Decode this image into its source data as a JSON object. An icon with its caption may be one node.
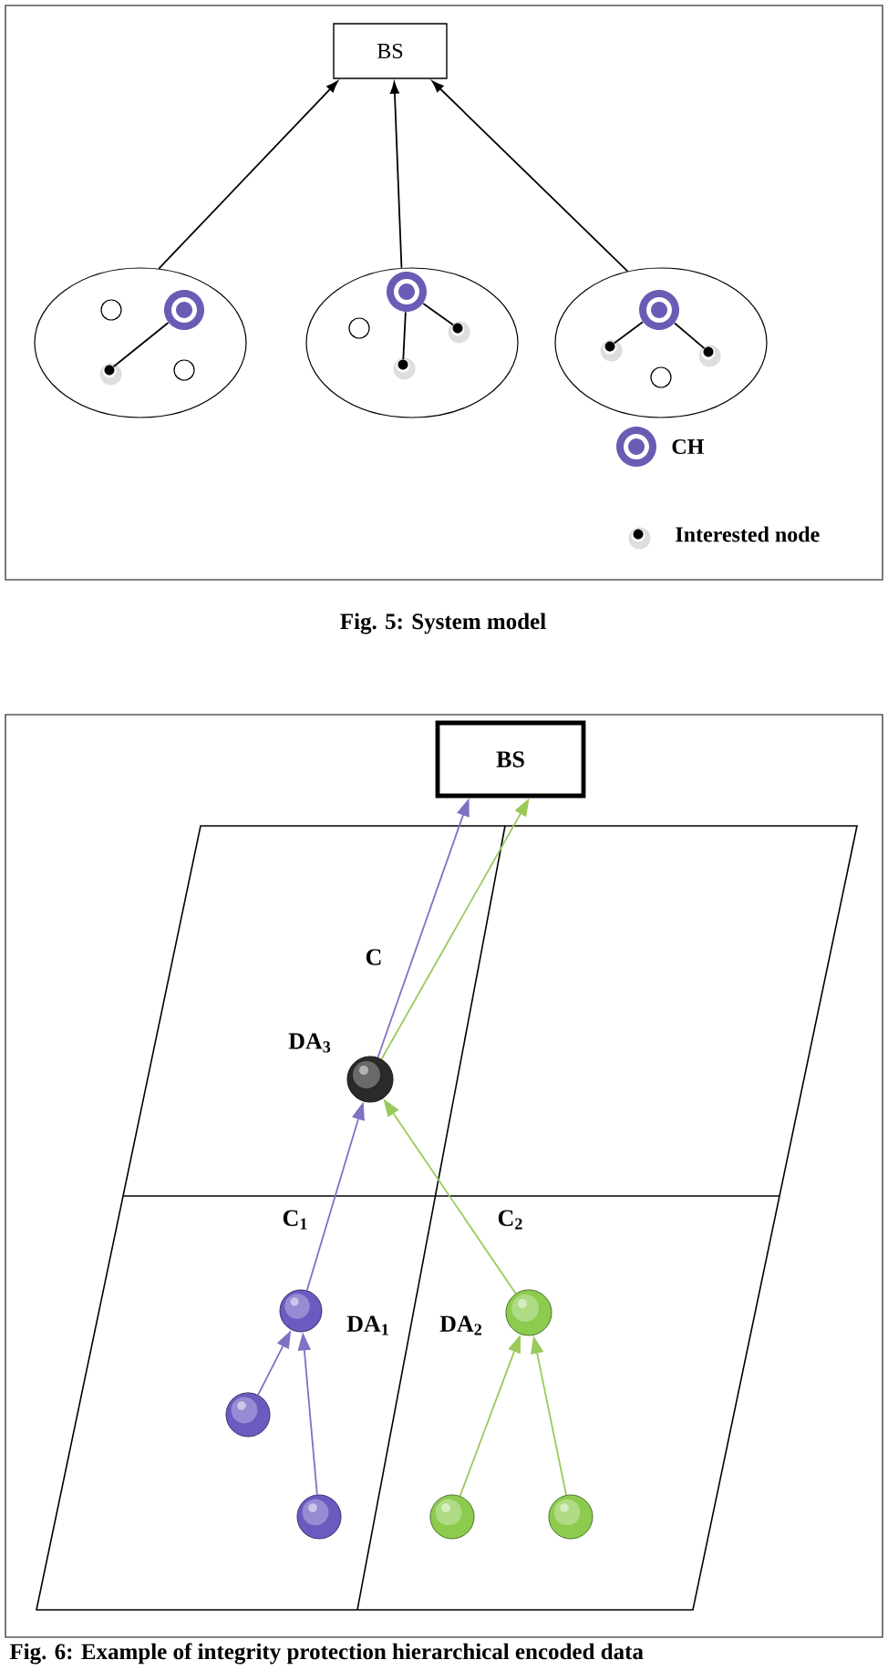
{
  "diagram": {
    "nodes": [
      {
        "text": [
          "BS"
        ]
      },
      {
        "text": [],
        "shape": "ellipse"
      },
      {
        "text": [],
        "shape": "circle",
        "in": 1
      },
      {
        "text": [],
        "shape": "ring",
        "in": 1
      },
      {
        "text": [],
        "shape": "dot",
        "in": 1
      },
      {
        "text": [],
        "shape": "circle",
        "in": 1
      },
      {
        "text": [],
        "shape": "ellipse"
      },
      {
        "text": [],
        "shape": "ring",
        "in": 6
      },
      {
        "text": [],
        "shape": "circle",
        "in": 6
      },
      {
        "text": [],
        "shape": "dot",
        "in": 6
      },
      {
        "text": [],
        "shape": "dot",
        "in": 6
      },
      {
        "text": [],
        "shape": "ellipse"
      },
      {
        "text": [],
        "shape": "ring",
        "in": 11
      },
      {
        "text": [],
        "shape": "dot",
        "in": 11
      },
      {
        "text": [],
        "shape": "dot",
        "in": 11
      },
      {
        "text": [],
        "shape": "circle",
        "in": 11
      },
      {
        "text": [
          "BS"
        ]
      },
      {
        "text": [],
        "shape": "ball",
        "beside": [
          "DA$_{3}$"
        ]
      },
      {
        "text": [],
        "shape": "ball",
        "beside": [
          "DA$_{1}$"
        ]
      },
      {
        "text": [],
        "shape": "ball",
        "beside": [
          "DA$_{2}$"
        ]
      },
      {
        "text": [],
        "shape": "ball"
      },
      {
        "text": [],
        "shape": "ball"
      },
      {
        "text": [],
        "shape": "ball"
      },
      {
        "text": [],
        "shape": "ball"
      }
    ],
    "edges": [
      {
        "from": 1,
        "to": 0,
        "arrow": "to"
      },
      {
        "from": 6,
        "to": 0,
        "arrow": "to"
      },
      {
        "from": 11,
        "to": 0,
        "arrow": "to"
      },
      {
        "from": 3,
        "to": 4,
        "arrow": "none"
      },
      {
        "from": 7,
        "to": 9,
        "arrow": "none"
      },
      {
        "from": 7,
        "to": 10,
        "arrow": "none"
      },
      {
        "from": 12,
        "to": 13,
        "arrow": "none"
      },
      {
        "from": 12,
        "to": 14,
        "arrow": "none"
      },
      {
        "from": 17,
        "to": 16,
        "arrow": "to",
        "label": "C",
        "color": "#7e72c4"
      },
      {
        "from": 17,
        "to": 16,
        "arrow": "to",
        "color": "#9bc95a"
      },
      {
        "from": 18,
        "to": 17,
        "arrow": "to",
        "label": "C$_{1}$",
        "color": "#7e72c4"
      },
      {
        "from": 19,
        "to": 17,
        "arrow": "to",
        "label": "C$_{2}$",
        "color": "#9bc95a"
      },
      {
        "from": 20,
        "to": 18,
        "arrow": "to",
        "color": "#7e72c4"
      },
      {
        "from": 21,
        "to": 18,
        "arrow": "to",
        "color": "#7e72c4"
      },
      {
        "from": 22,
        "to": 19,
        "arrow": "to",
        "color": "#9bc95a"
      },
      {
        "from": 23,
        "to": 19,
        "arrow": "to",
        "color": "#9bc95a"
      }
    ],
    "labels": [
      "Fig. 5: System model",
      "Fig. 6: Example of integrity protection hierarchical encoded data"
    ],
    "legend": [
      {
        "text": "CH"
      },
      {
        "text": "Interested node"
      }
    ]
  }
}
